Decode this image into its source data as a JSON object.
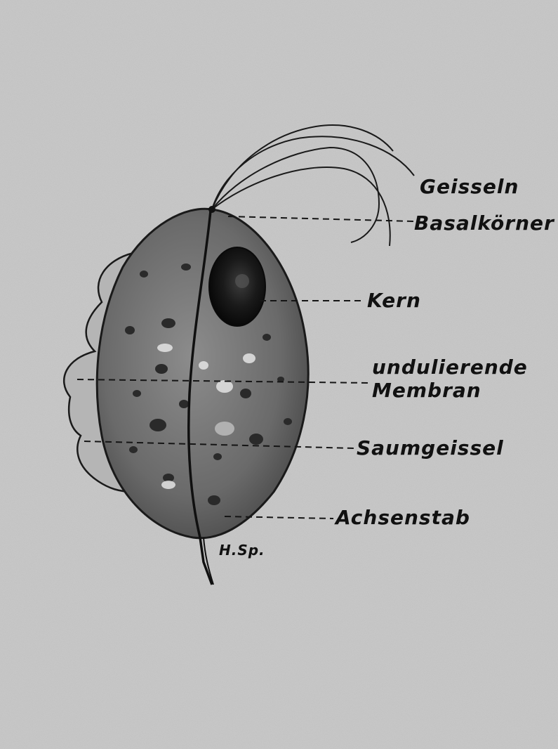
{
  "figure": {
    "labels": {
      "geisseln": "Geisseln",
      "basalkoerner": "Basalkörner",
      "kern": "Kern",
      "membran_line1": "undulierende",
      "membran_line2": "Membran",
      "saumgeissel": "Saumgeissel",
      "achsenstab": "Achsenstab"
    },
    "signature": "H.Sp.",
    "colors": {
      "paper": "#c9c9c9",
      "cell_body": "#6a6a6a",
      "nucleus": "#141414",
      "ink": "#111111"
    }
  }
}
